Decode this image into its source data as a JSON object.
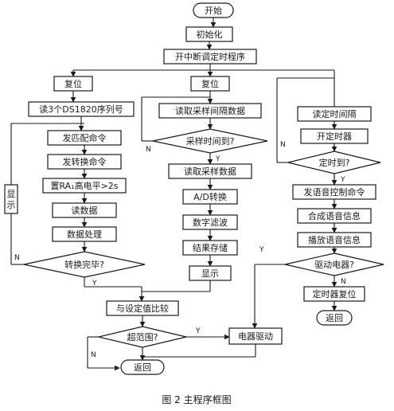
{
  "flow": {
    "start": "开始",
    "init": "初始化",
    "enable_int": "开中断调定时程序",
    "reset_1": "复位",
    "reset_2": "复位",
    "left": {
      "read_serial": "读3个DS1820序列号",
      "match": "发匹配命令",
      "convert": "发转换命令",
      "high": "置RA₁高电平>2s",
      "read_data": "读数据",
      "process": "数据处理",
      "done_q": "转换完毕?",
      "display": "显示"
    },
    "mid": {
      "read_interval": "读取采样间隔数据",
      "time_q": "采样时间到?",
      "read_sample": "读取采样数据",
      "ad": "A/D转换",
      "filter": "数字滤波",
      "store": "结果存储",
      "display": "显示"
    },
    "right": {
      "read_timer": "读定时间隔",
      "start_timer": "开定时器",
      "timer_q": "定时到?",
      "voice_cmd": "发语音控制命令",
      "synth": "合成语音信息",
      "play": "播放语音信息",
      "relay_q": "驱动电器?",
      "timer_reset": "定时器复位",
      "return": "返回"
    },
    "bottom": {
      "compare": "与设定值比较",
      "range_q": "超范围?",
      "relay_drive": "电器驱动",
      "return": "返回"
    },
    "yes": "Y",
    "no": "N"
  },
  "caption": "图 2   主程序框图"
}
